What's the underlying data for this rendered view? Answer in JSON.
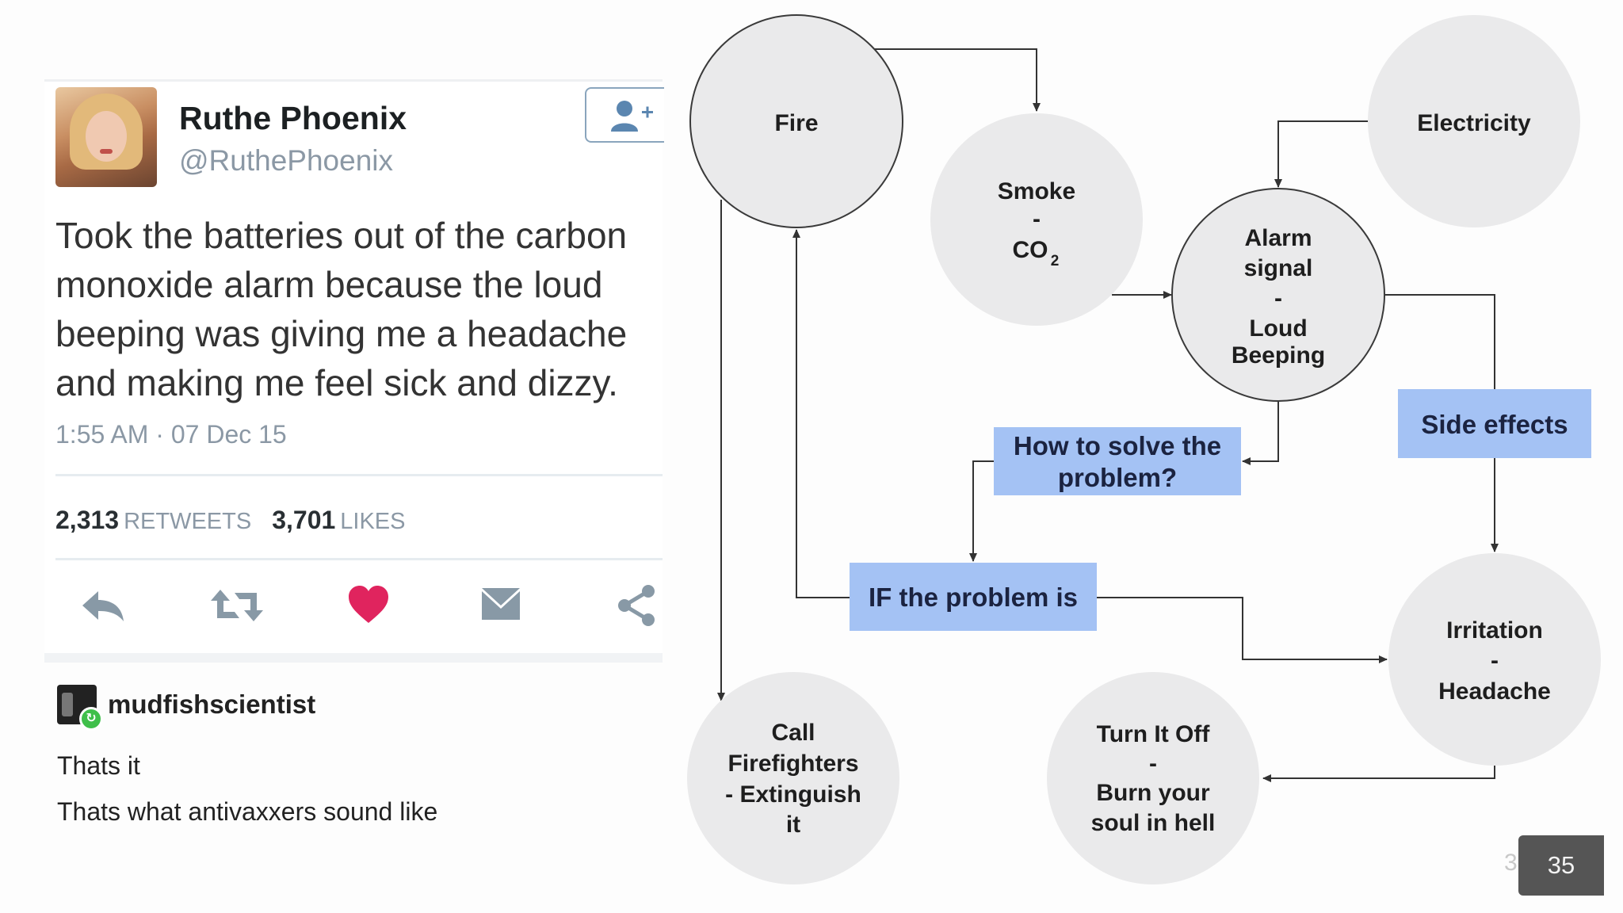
{
  "tweet": {
    "name": "Ruthe Phoenix",
    "handle": "@RuthePhoenix",
    "text": "Took the batteries out of the carbon monoxide alarm because the loud beeping was giving me a headache and making me feel sick and dizzy.",
    "timestamp": "1:55 AM · 07 Dec 15",
    "retweets_count": "2,313",
    "retweets_label": "RETWEETS",
    "likes_count": "3,701",
    "likes_label": "LIKES",
    "icons": [
      "follow-icon",
      "reply-icon",
      "retweet-icon",
      "heart-icon",
      "message-icon",
      "share-icon"
    ],
    "heart_color": "#e0245e"
  },
  "reblog": {
    "username": "mudfishscientist",
    "line1": "Thats it",
    "line2": "Thats what antivaxxers sound like",
    "badge_icon": "reblog-icon"
  },
  "diagram": {
    "nodes": {
      "fire": [
        "Fire"
      ],
      "smoke": [
        "Smoke",
        "-",
        "CO",
        "2"
      ],
      "electricity": [
        "Electricity"
      ],
      "alarm": [
        "Alarm",
        "signal",
        "-",
        "Loud",
        "Beeping"
      ],
      "irritation": [
        "Irritation",
        "-",
        "Headache"
      ],
      "call": [
        "Call",
        "Firefighters",
        "- Extinguish",
        "it"
      ],
      "turnoff": [
        "Turn It Off",
        "-",
        "Burn your",
        "soul in hell"
      ]
    },
    "boxes": {
      "how": [
        "How to solve the",
        "problem?"
      ],
      "if": [
        "IF the problem is"
      ],
      "side": [
        "Side effects"
      ]
    },
    "colors": {
      "circle_fill": "#eaeaeb",
      "circle_stroke": "#3a3a3a",
      "box_fill": "#a4c2f4",
      "arrow": "#333333"
    }
  },
  "page": {
    "number": "35",
    "ghost": "3"
  }
}
